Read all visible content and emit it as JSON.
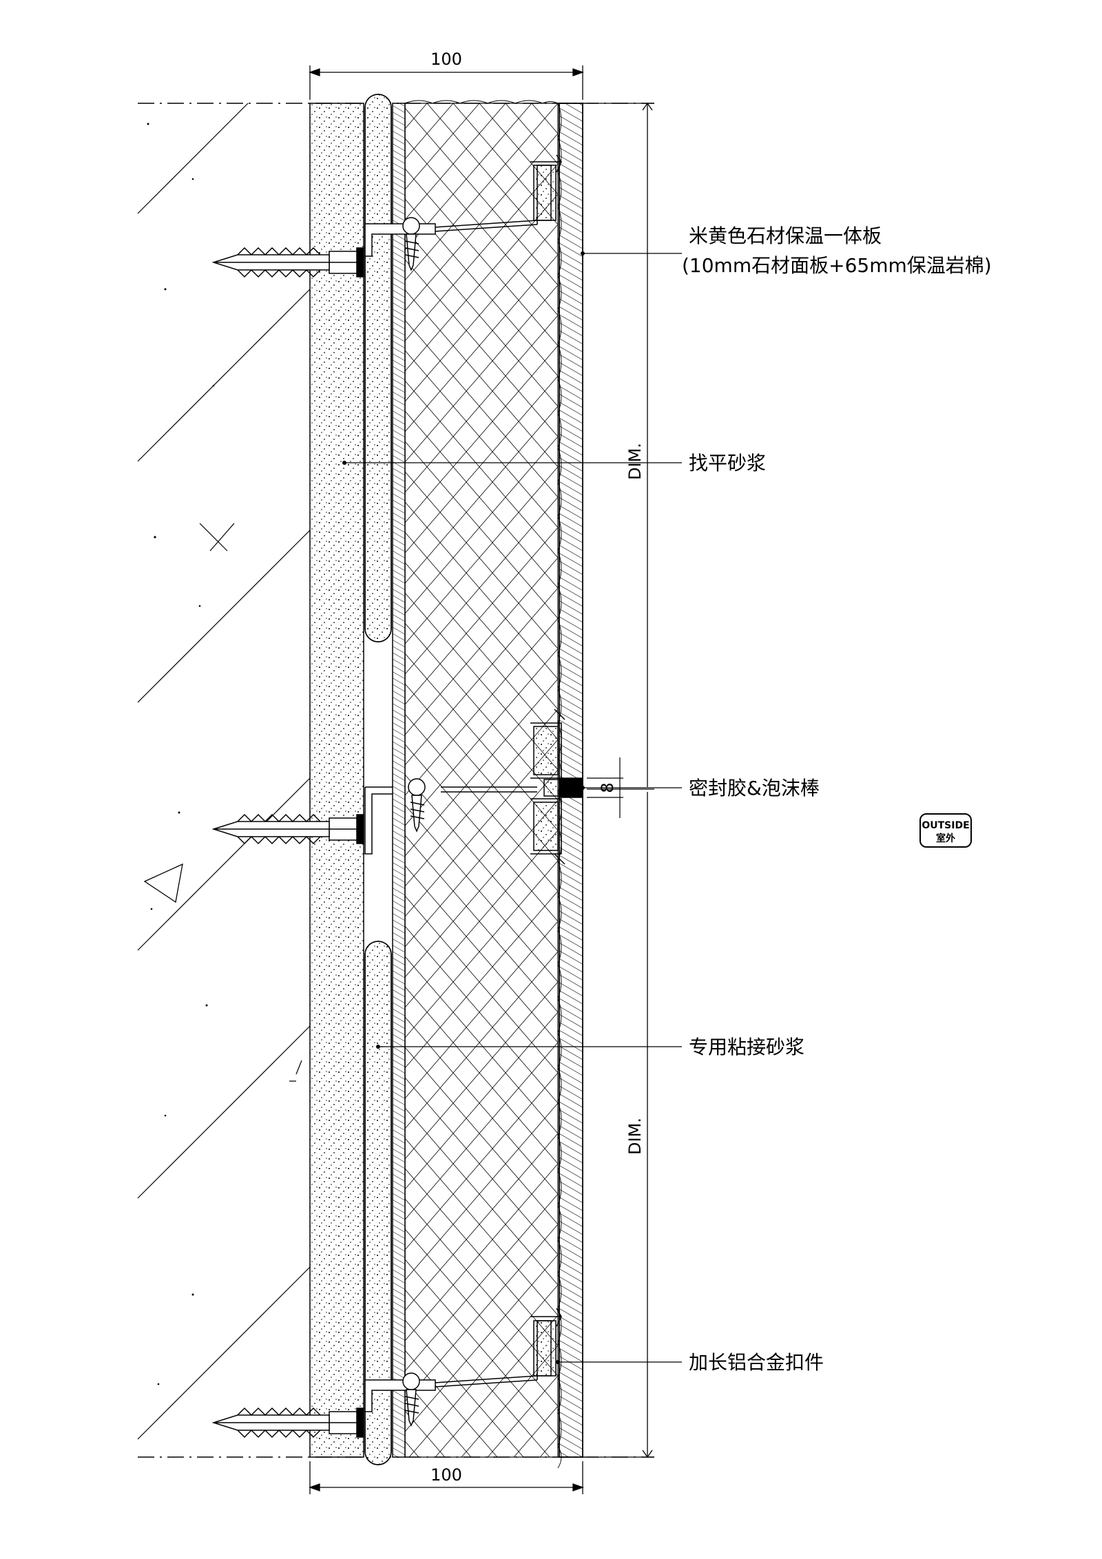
{
  "dimensions": {
    "top_width": "100",
    "bottom_width": "100",
    "right_upper": "DIM.",
    "right_lower": "DIM.",
    "joint_gap": "8"
  },
  "labels": {
    "panel_line1": "米黄色石材保温一体板",
    "panel_line2": "(10mm石材面板+65mm保温岩棉)",
    "leveling_mortar": "找平砂浆",
    "sealant": "密封胶&泡沫棒",
    "bonding_mortar": "专用粘接砂浆",
    "clip": "加长铝合金扣件"
  },
  "badge": {
    "line1": "OUTSIDE",
    "line2": "室外"
  }
}
